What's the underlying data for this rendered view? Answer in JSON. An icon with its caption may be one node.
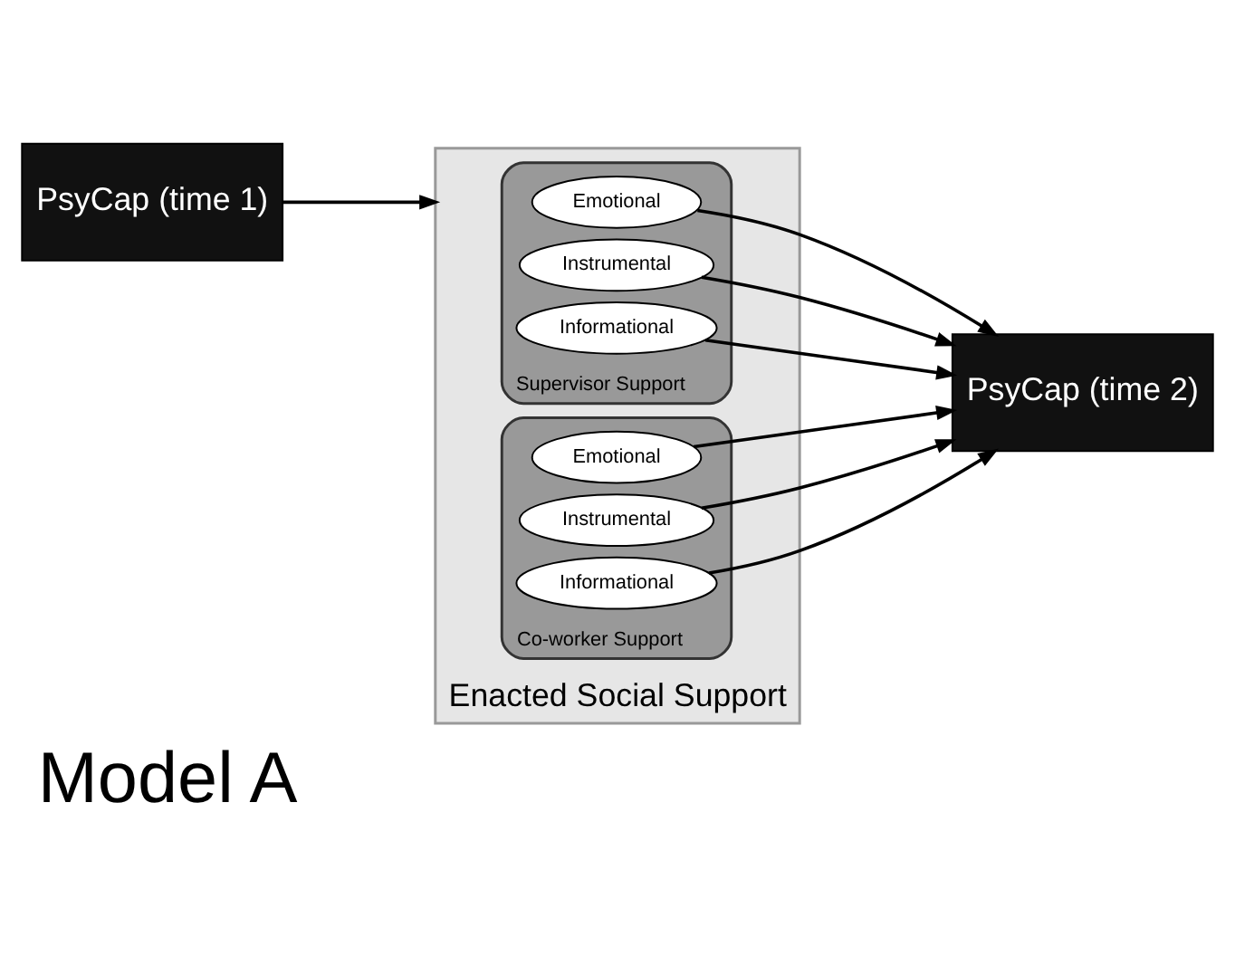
{
  "diagram": {
    "title": "Model A",
    "nodes": [
      {
        "text": [
          "PsyCap (time 1)"
        ]
      },
      {
        "text": [
          "Enacted Social Support"
        ]
      },
      {
        "text": [
          "Supervisor Support"
        ],
        "in": 1
      },
      {
        "text": [
          "Emotional"
        ],
        "in": 2
      },
      {
        "text": [
          "Instrumental"
        ],
        "in": 2
      },
      {
        "text": [
          "Informational"
        ],
        "in": 2
      },
      {
        "text": [
          "Co-worker Support"
        ],
        "in": 1
      },
      {
        "text": [
          "Emotional"
        ],
        "in": 6
      },
      {
        "text": [
          "Instrumental"
        ],
        "in": 6
      },
      {
        "text": [
          "Informational"
        ],
        "in": 6
      },
      {
        "text": [
          "PsyCap (time 2)"
        ]
      }
    ],
    "edges": [
      {
        "from": 0,
        "to": 1,
        "arrow": "to"
      },
      {
        "from": 3,
        "to": 10,
        "arrow": "to"
      },
      {
        "from": 4,
        "to": 10,
        "arrow": "to"
      },
      {
        "from": 5,
        "to": 10,
        "arrow": "to"
      },
      {
        "from": 7,
        "to": 10,
        "arrow": "to"
      },
      {
        "from": 8,
        "to": 10,
        "arrow": "to"
      },
      {
        "from": 9,
        "to": 10,
        "arrow": "to"
      }
    ]
  }
}
